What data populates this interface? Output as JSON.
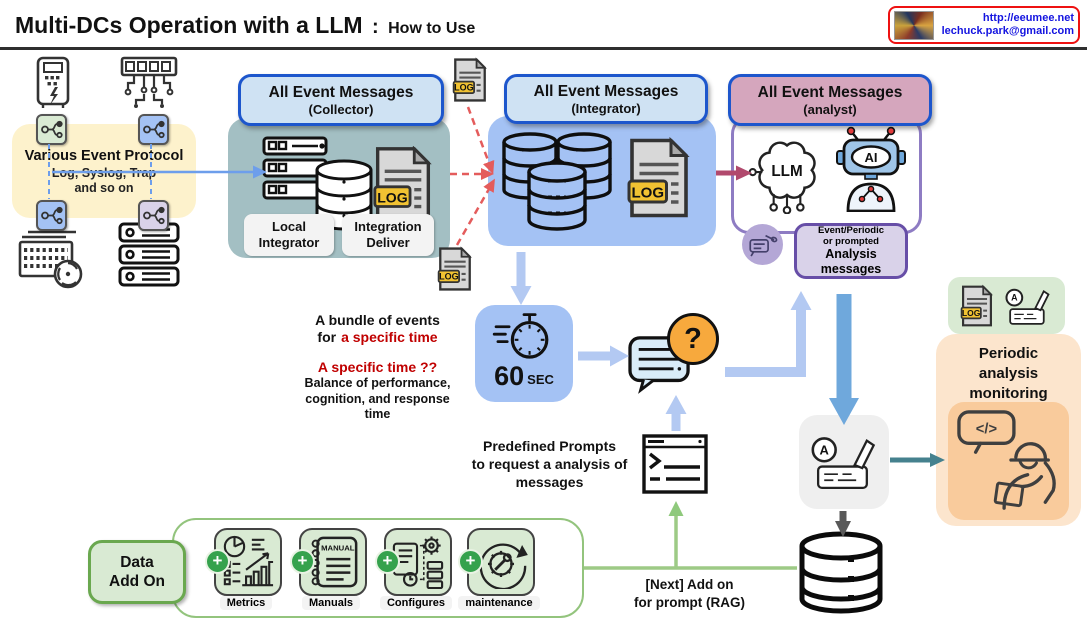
{
  "title": {
    "main": "Multi-DCs Operation with a LLM",
    "separator": ":",
    "sub": "How to Use"
  },
  "contact": {
    "url": "http://eeumee.net",
    "email": "lechuck.park@gmail.com"
  },
  "protocol": {
    "title": "Various Event Protocol",
    "line1": "Log, Syslog, Trap",
    "line2": "and so on"
  },
  "collector": {
    "header": "All Event Messages",
    "subheader": "(Collector)",
    "label1_line1": "Local",
    "label1_line2": "Integrator",
    "label2_line1": "Integration",
    "label2_line2": "Deliver"
  },
  "integrator": {
    "header": "All Event Messages",
    "subheader": "(Integrator)"
  },
  "analyst": {
    "header": "All Event Messages",
    "subheader": "(analyst)",
    "llm_label": "LLM",
    "ai_label": "AI",
    "msg_line1": "Event/Periodic",
    "msg_line2": "or prompted",
    "msg_line3": "Analysis messages"
  },
  "log_label": "LOG",
  "bundle": {
    "line1": "A bundle of events",
    "line2_prefix": "for",
    "line2_red": "a specific time",
    "line3": "A specific time ??",
    "line4": "Balance of performance,",
    "line5": "cognition, and response",
    "line6": "time"
  },
  "timer": {
    "value": "60",
    "unit": "SEC"
  },
  "chat": {
    "question_mark": "?"
  },
  "prompts": {
    "line1": "Predefined Prompts",
    "line2": "to request a analysis of",
    "line3": "messages"
  },
  "data_add_on": {
    "title_line1": "Data",
    "title_line2": "Add On",
    "items": [
      {
        "label": "Metrics"
      },
      {
        "label": "Manuals"
      },
      {
        "label": "Configures"
      },
      {
        "label": "maintenance"
      }
    ],
    "manual_icon_text": "MANUAL",
    "plus_sign": "+"
  },
  "rag": {
    "line1": "[Next] Add on",
    "line2": "for prompt (RAG)"
  },
  "periodic": {
    "line1": "Periodic",
    "line2": "analysis",
    "line3": "monitoring",
    "code_glyph": "</>"
  },
  "writing_icon": {
    "letter": "A"
  },
  "colors": {
    "collector_bg": "#a3bfc3",
    "integrator_bg": "#a4c2f4",
    "analyst_header_bg": "#d5a6bd",
    "header_border": "#1d56cc",
    "analyst_border": "#8e7cc3",
    "message_box_border": "#674ea7",
    "protocol_bg": "#fdf2cc",
    "addon_green": "#6aa84f",
    "periodic_orange": "#f9cb9c",
    "red_dashed": "#e45c5c",
    "maroon_arrow": "#b1496d",
    "blue_arrow": "#6fa8dc",
    "light_blue": "#b3c9f2",
    "teal_arrow": "#45818e",
    "link_blue": "#1414e0",
    "red_text": "#c00000"
  }
}
